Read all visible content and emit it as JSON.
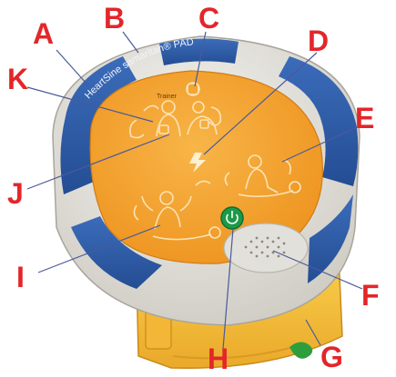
{
  "device": {
    "brand": "HeartSine samaritan® PAD",
    "mode": "Trainer"
  },
  "callouts": [
    {
      "id": "A",
      "label": "A"
    },
    {
      "id": "B",
      "label": "B"
    },
    {
      "id": "C",
      "label": "C"
    },
    {
      "id": "D",
      "label": "D"
    },
    {
      "id": "E",
      "label": "E"
    },
    {
      "id": "F",
      "label": "F"
    },
    {
      "id": "G",
      "label": "G"
    },
    {
      "id": "H",
      "label": "H"
    },
    {
      "id": "I",
      "label": "I"
    },
    {
      "id": "J",
      "label": "J"
    },
    {
      "id": "K",
      "label": "K"
    }
  ],
  "colors": {
    "callout": "#e3262a",
    "leader": "#4a5a9a",
    "body": "#e4e2dc",
    "blue": "#2f5da8",
    "orange": "#f4a330",
    "yellow": "#f7c23a",
    "power": "#1c9a4a"
  },
  "icons": [
    "shock-lightning-icon",
    "power-button-icon",
    "speaker-grille-icon",
    "cpr-pictogram-icon"
  ]
}
